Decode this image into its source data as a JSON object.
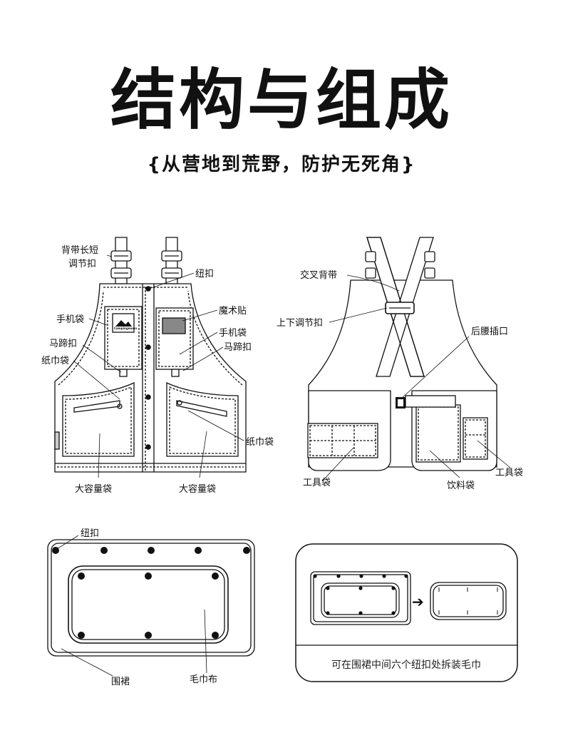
{
  "header": {
    "title": "结构与组成",
    "subtitle": "{从营地到荒野，防护无死角}"
  },
  "front_view": {
    "labels": {
      "strap_adjuster": "背带长短",
      "strap_adjuster_2": "调节扣",
      "button": "纽扣",
      "phone_pouch_left": "手机袋",
      "velcro": "魔术贴",
      "phone_pouch_right": "手机袋",
      "horseshoe_buckle_left": "马蹄扣",
      "horseshoe_buckle_right": "马蹄扣",
      "tissue_pocket_left": "纸巾袋",
      "tissue_pocket_right": "纸巾袋",
      "large_pocket_left": "大容量袋",
      "large_pocket_right": "大容量袋"
    },
    "brand_text": "Campingmoon"
  },
  "back_view": {
    "labels": {
      "cross_straps": "交叉背带",
      "updown_adjuster": "上下调节扣",
      "waist_buckle": "后腰插口",
      "tool_bag_left": "工具袋",
      "drink_bag": "饮料袋",
      "tool_bag_right": "工具袋"
    }
  },
  "apron_detail": {
    "labels": {
      "button": "纽扣",
      "apron": "围裙",
      "towel": "毛巾布"
    }
  },
  "removal_box": {
    "caption": "可在围裙中间六个纽扣处拆装毛巾",
    "arrow": "➔"
  }
}
